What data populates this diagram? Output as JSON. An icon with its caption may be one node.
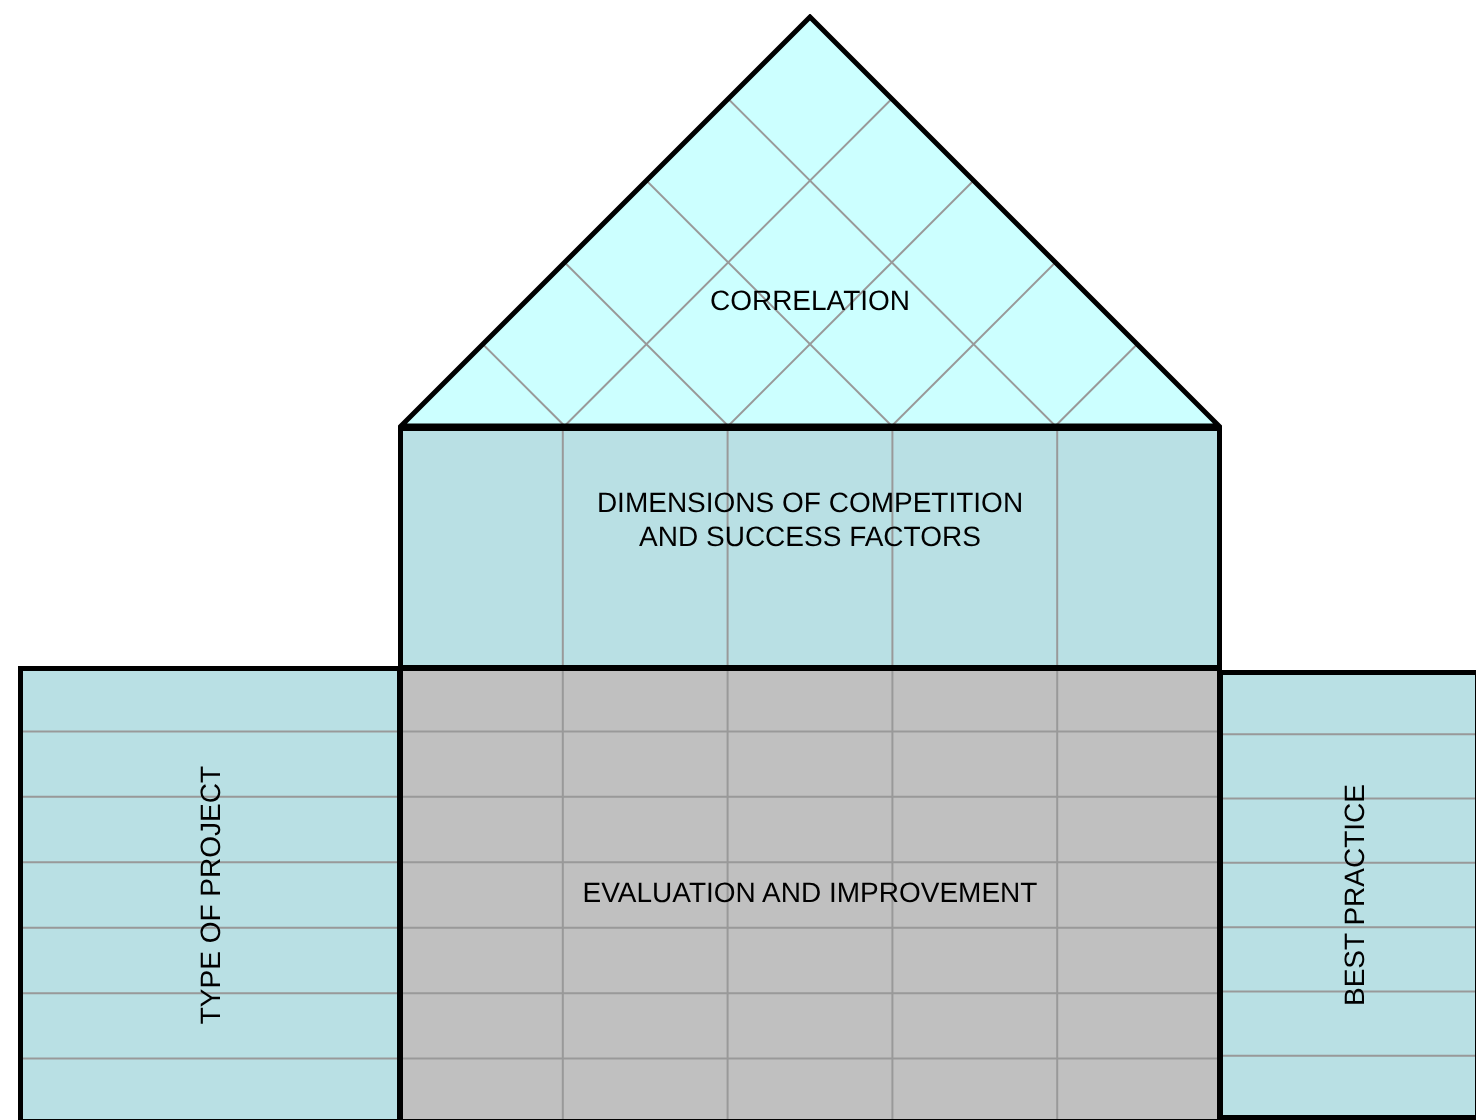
{
  "diagram": {
    "nodes": [
      {
        "text": [
          "CORRELATION"
        ]
      },
      {
        "text": [
          "DIMENSIONS OF COMPETITION AND SUCCESS FACTORS"
        ]
      },
      {
        "text": [
          "TYPE OF PROJECT"
        ]
      },
      {
        "text": [
          "EVALUATION AND IMPROVEMENT"
        ]
      },
      {
        "text": [
          "BEST PRACTICE"
        ]
      }
    ],
    "edges": []
  }
}
